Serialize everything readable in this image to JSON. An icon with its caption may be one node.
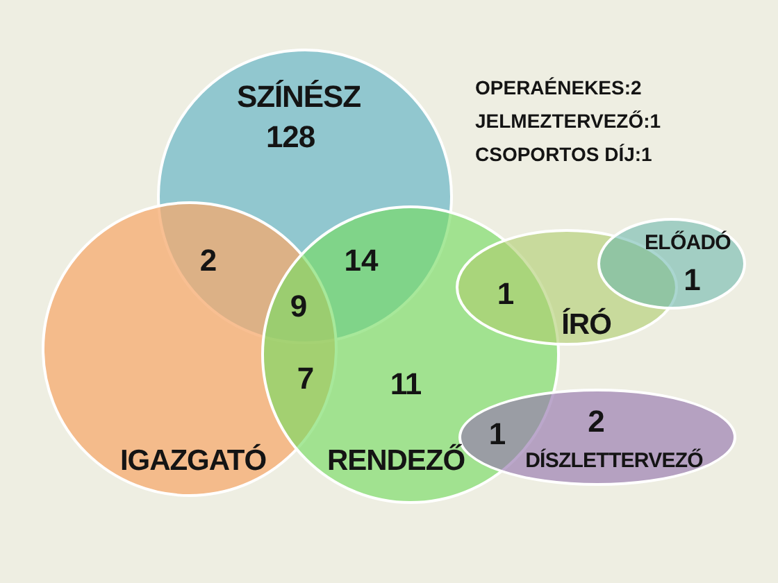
{
  "diagram": {
    "nodes": [
      {
        "text": [
          "SZÍNÉSZ",
          "128"
        ]
      },
      {
        "text": [
          "IGAZGATÓ"
        ]
      },
      {
        "text": [
          "11",
          "RENDEZŐ"
        ]
      },
      {
        "text": [
          "ÍRÓ"
        ]
      },
      {
        "text": [
          "ELŐADÓ",
          "1"
        ]
      },
      {
        "text": [
          "2",
          "DÍSZLETTERVEZŐ"
        ]
      }
    ],
    "labels": [
      "OPERAÉNEKES:2",
      "JELMEZTERVEZŐ:1",
      "CSOPORTOS DÍJ:1",
      "2",
      "14",
      "9",
      "1",
      "7",
      "1"
    ]
  }
}
